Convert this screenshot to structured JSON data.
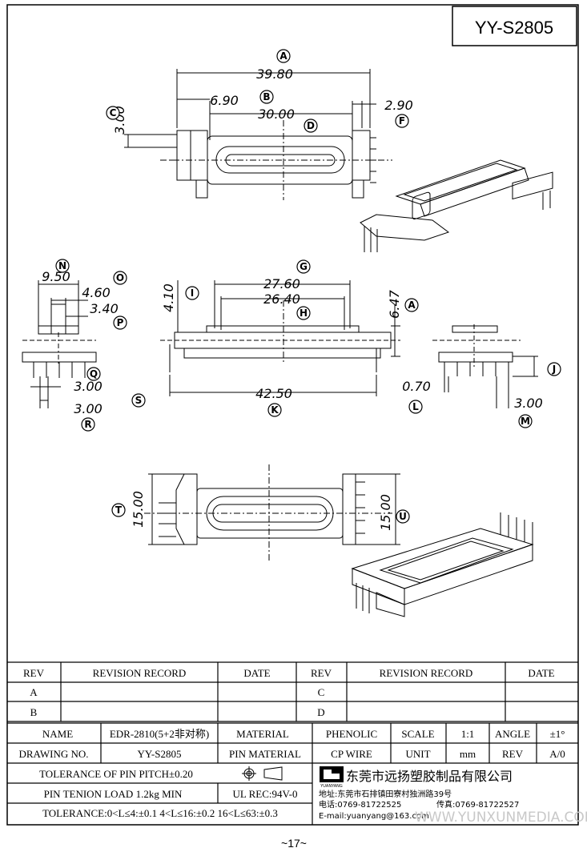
{
  "title_box": "YY-S2805",
  "page_number": "~17~",
  "dims": {
    "A_top": "39.80",
    "B": "6.90",
    "C": "3.00",
    "D": "30.00",
    "F": "2.90",
    "N": "9.50",
    "O": "4.60",
    "P": "3.40",
    "Q": "3.00",
    "R": "3.00",
    "G": "27.60",
    "H": "26.40",
    "I": "4.10",
    "A_side": "6.47",
    "K": "42.50",
    "L": "0.70",
    "M": "3.00",
    "T": "15.00",
    "U": "15.00"
  },
  "letters": [
    "A",
    "B",
    "C",
    "D",
    "F",
    "N",
    "O",
    "P",
    "Q",
    "R",
    "G",
    "H",
    "I",
    "A",
    "K",
    "S",
    "J",
    "L",
    "M",
    "T",
    "U"
  ],
  "revision": {
    "headers": [
      "REV",
      "REVISION RECORD",
      "DATE",
      "REV",
      "REVISION RECORD",
      "DATE"
    ],
    "rows": [
      [
        "A",
        "",
        "",
        "C",
        "",
        ""
      ],
      [
        "B",
        "",
        "",
        "D",
        "",
        ""
      ]
    ]
  },
  "spec": {
    "name_label": "NAME",
    "name_value": "EDR-2810(5+2非对称)",
    "material_label": "MATERIAL",
    "material_value": "PHENOLIC",
    "scale_label": "SCALE",
    "scale_value": "1:1",
    "angle_label": "ANGLE",
    "angle_value": "±1°",
    "drawing_label": "DRAWING NO.",
    "drawing_value": "YY-S2805",
    "pin_material_label": "PIN MATERIAL",
    "pin_material_value": "CP WIRE",
    "unit_label": "UNIT",
    "unit_value": "mm",
    "rev_label": "REV",
    "rev_value": "A/0",
    "tolerance_pitch": "TOLERANCE OF PIN PITCH±0.20",
    "pin_tension": "PIN TENION LOAD 1.2kg MIN",
    "ul_rec": "UL REC:94V-0",
    "tolerance_line": "TOLERANCE:0<L≤4:±0.1  4<L≤16:±0.2  16<L≤63:±0.3"
  },
  "company": {
    "logo_text": "YUANYANG",
    "name": "东莞市远扬塑胶制品有限公司",
    "address": "地址:东莞市石排镇田寮村独洲路39号",
    "phone": "电话:0769-81722525",
    "fax": "传真:0769-81722527",
    "email": "E-mail:yuanyang@163.com"
  },
  "watermark": "WWW.YUNXUNMEDIA.COM"
}
